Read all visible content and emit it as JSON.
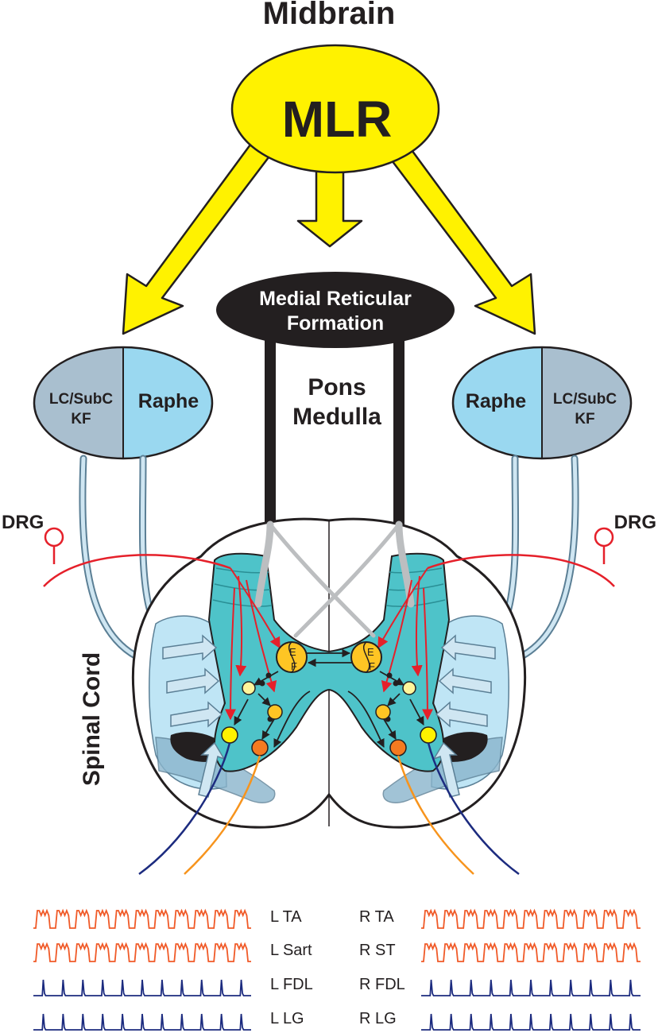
{
  "titles": {
    "midbrain": "Midbrain",
    "mlr": "MLR",
    "mrf_line1": "Medial Reticular",
    "mrf_line2": "Formation",
    "pons": "Pons",
    "medulla": "Medulla",
    "spinal_cord": "Spinal Cord",
    "drg_left": "DRG",
    "drg_right": "DRG"
  },
  "nuclei": {
    "left_lc_line1": "LC/SubC",
    "left_lc_line2": "KF",
    "left_raphe": "Raphe",
    "right_raphe": "Raphe",
    "right_lc_line1": "LC/SubC",
    "right_lc_line2": "KF"
  },
  "half_center": {
    "left_e": "E",
    "left_f": "F",
    "right_e": "E",
    "right_f": "F"
  },
  "emg": {
    "left": [
      {
        "label": "L TA",
        "color": "#f05a28"
      },
      {
        "label": "L Sart",
        "color": "#f05a28"
      },
      {
        "label": "L FDL",
        "color": "#1c2b7f"
      },
      {
        "label": "L LG",
        "color": "#1c2b7f"
      }
    ],
    "right": [
      {
        "label": "R TA",
        "color": "#f05a28"
      },
      {
        "label": "R ST",
        "color": "#f05a28"
      },
      {
        "label": "R FDL",
        "color": "#1c2b7f"
      },
      {
        "label": "R LG",
        "color": "#1c2b7f"
      }
    ]
  },
  "colors": {
    "mlr_yellow": "#fff200",
    "raphe_blue": "#9ad8f0",
    "lc_gray_blue": "#a9bfcf",
    "grey_matter_teal": "#4ec3c9",
    "mrf_black": "#231f20",
    "afferent_red": "#e5202a",
    "efferent_orange": "#f7941d",
    "efferent_navy": "#1c2b7f"
  }
}
